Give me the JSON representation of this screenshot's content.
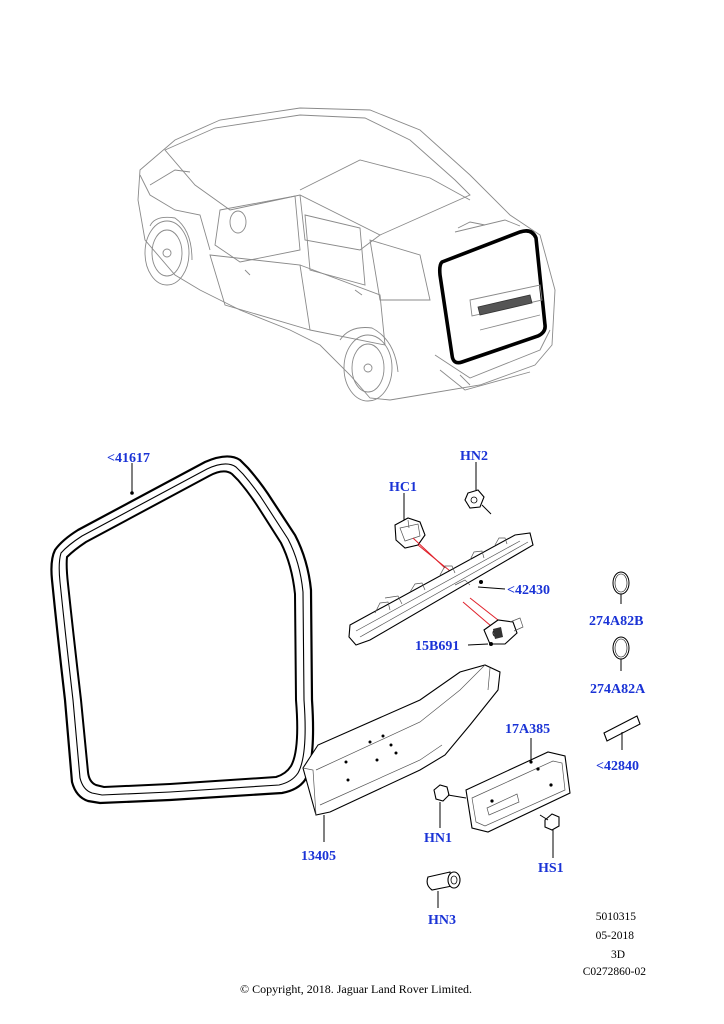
{
  "diagram": {
    "callouts": {
      "seal": "<41617",
      "hn2": "HN2",
      "hc1": "HC1",
      "finisher": "<42430",
      "sensor": "15B691",
      "plug_b": "274A82B",
      "plug_a": "274A82A",
      "tape": "<42840",
      "bracket": "17A385",
      "moulding": "13405",
      "hn1": "HN1",
      "hs1": "HS1",
      "hn3": "HN3"
    },
    "meta": {
      "line1": "5010315",
      "line2": "05-2018",
      "line3": "3D",
      "line4": "C0272860-02"
    },
    "copyright": "© Copyright, 2018. Jaguar Land Rover Limited.",
    "colors": {
      "callout": "#1a33d6",
      "leader": "#000000",
      "highlight": "#e0202a"
    }
  }
}
